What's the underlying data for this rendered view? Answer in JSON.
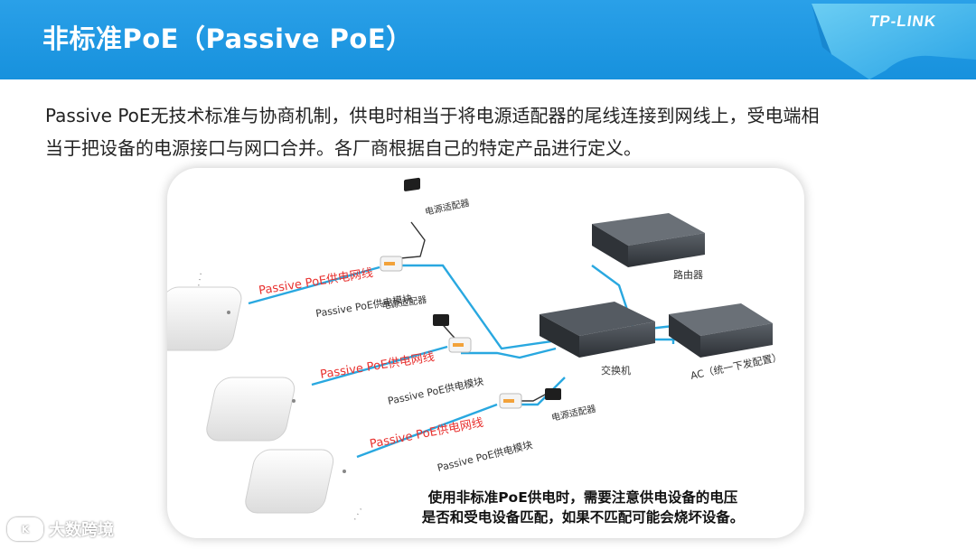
{
  "header": {
    "title": "非标准PoE（Passive PoE）",
    "logo": "TP-LINK"
  },
  "intro": {
    "line1": "Passive PoE无技术标准与协商机制，供电时相当于将电源适配器的尾线连接到网线上，受电端相",
    "line2": "当于把设备的电源接口与网口合并。各厂商根据自己的特定产品进行定义。"
  },
  "diagram": {
    "cable_label": "Passive PoE供电网线",
    "module_label": "Passive PoE供电模块",
    "adapter_label": "电源适配器",
    "router_label": "路由器",
    "switch_label": "交换机",
    "ac_label": "AC（统一下发配置）",
    "dots": "·  ·  ·"
  },
  "note": {
    "line1": "使用非标准PoE供电时，需要注意供电设备的电压",
    "line2": "是否和受电设备匹配，如果不匹配可能会烧坏设备。"
  },
  "watermark": {
    "text": "大数跨境"
  },
  "colors": {
    "header_blue": "#1a93df",
    "cable_red": "#e8312f",
    "line_blue": "#29a8e0",
    "device_dark": "#3a3f45"
  }
}
